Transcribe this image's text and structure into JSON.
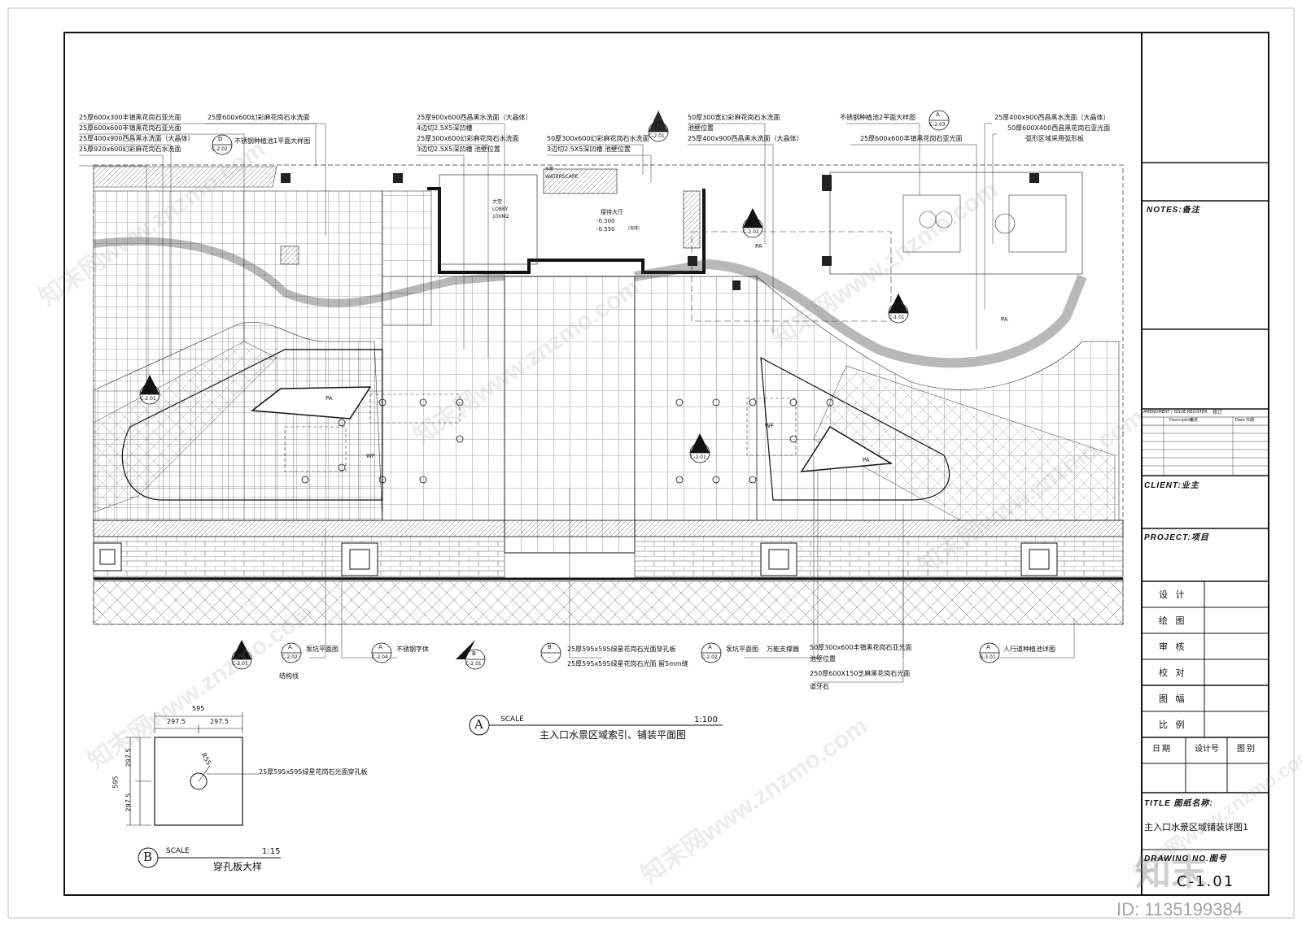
{
  "colors": {
    "ink": "#111111",
    "paper": "#ffffff",
    "hatch": "#6a6a6a",
    "watermark": "#9a9a9a"
  },
  "plan": {
    "notes_top": [
      "25厚600x300丰镇黑花岗石亚光面",
      "25厚600x600丰镇黑花岗石亚光面",
      "25厚400x900西昌黑水洗面（大晶体）",
      "25厚920x600幻彩麻花岗石水洗面",
      "25厚600x600幻彩麻花岗石水洗面",
      "不锈钢种植池1平面大样图",
      "25厚900x600西昌黑水洗面（大晶体）",
      "4边切2.5X5深凹槽",
      "25厚300x600幻彩麻花岗石水洗面",
      "3边切2.5X5深凹槽  池壁位置",
      "50厚300x600幻彩麻花岗石水洗面",
      "3边切2.5X5深凹槽  池壁位置",
      "50厚300宽幻彩麻花岗石水洗面",
      "池壁位置",
      "25厚400x900西昌黑水洗面（大晶体）",
      "不锈钢种植池2平面大样图",
      "25厚600x600丰镇黑花岗石亚光面",
      "25厚400x900西昌黑水洗面（大晶体）",
      "50厚600X400西昌黑花岗石亚光面",
      "弧形区域采用弧形板"
    ],
    "notes_bottom": [
      "泵坑平面图",
      "结构线",
      "不锈钢字体",
      "25厚595x595绿星花岗石光面穿孔板",
      "25厚595x595绿星花岗石光面 留5mm缝",
      "泵坑平面图",
      "万能支撑器",
      "50厚300x600丰镇黑花岗石亚光面",
      "池壁位置",
      "250厚600X150芝麻黑花岗石光面",
      "道牙石",
      "人行道种植池详图"
    ],
    "room_labels": {
      "lobby": "大堂",
      "lobby_en": "LOBBY",
      "lobby_area": "100M2",
      "hall": "接待大厅",
      "level1": "-0.500",
      "level2": "-0.550",
      "level_note": "(完成)",
      "waterscape": "水景",
      "waterscape_en": "WATERSCAPE"
    },
    "zone_labels": {
      "pa": "PA",
      "wf": "WF"
    },
    "callouts": [
      {
        "letter": "D",
        "ref": "C-2.02"
      },
      {
        "letter": "C",
        "ref": "C-2.01"
      },
      {
        "letter": "A",
        "ref": "C-2.03"
      },
      {
        "letter": "C",
        "ref": "C-2.02"
      },
      {
        "letter": "B",
        "ref": "C-1.01"
      },
      {
        "letter": "A",
        "ref": "C-2.01"
      },
      {
        "letter": "D",
        "ref": "C-2.01"
      },
      {
        "letter": "A",
        "ref": "C-2.01"
      },
      {
        "letter": "A",
        "ref": "C-2.02"
      },
      {
        "letter": "A",
        "ref": "C-2.04"
      },
      {
        "letter": "B",
        "ref": "C-2.01"
      },
      {
        "letter": "B",
        "ref": "-"
      },
      {
        "letter": "A",
        "ref": "C-2.02"
      },
      {
        "letter": "A",
        "ref": "B-3.01"
      }
    ]
  },
  "titles": {
    "a_letter": "A",
    "a_scale_label": "SCALE",
    "a_scale": "1:100",
    "a_name": "主入口水景区域索引、铺装平面图",
    "b_letter": "B",
    "b_scale_label": "SCALE",
    "b_scale": "1:15",
    "b_name": "穿孔板大样"
  },
  "detail_b": {
    "w": "595",
    "half1": "297.5",
    "half2": "297.5",
    "h": "595",
    "vhalf1": "297.5",
    "vhalf2": "297.5",
    "radius": "R55",
    "note": "25厚595x595绿星花岗石光面穿孔板"
  },
  "title_block": {
    "notes": "NOTES:备注",
    "amend": "AMENDMENT / ISSUE REGISTER",
    "amend_cn": "修订",
    "desc": "Description",
    "desc_cn": "描述",
    "date": "Date",
    "date_cn": "日期",
    "client": "CLIENT:业主",
    "project": "PROJECT:项目",
    "rows": [
      "设 计",
      "绘 图",
      "审 核",
      "校 对",
      "图 幅",
      "比 例"
    ],
    "bottom": [
      "日期",
      "设计号",
      "图别"
    ],
    "title_label": "TITLE 图纸名称:",
    "title_value": "主入口水景区域铺装详图1",
    "drawing_no_label": "DRAWING NO.图号",
    "drawing_no": "C-1.01"
  },
  "watermark": {
    "text": "知末网www.znzmo.com",
    "logo": "知末",
    "id": "ID: 1135199384"
  }
}
